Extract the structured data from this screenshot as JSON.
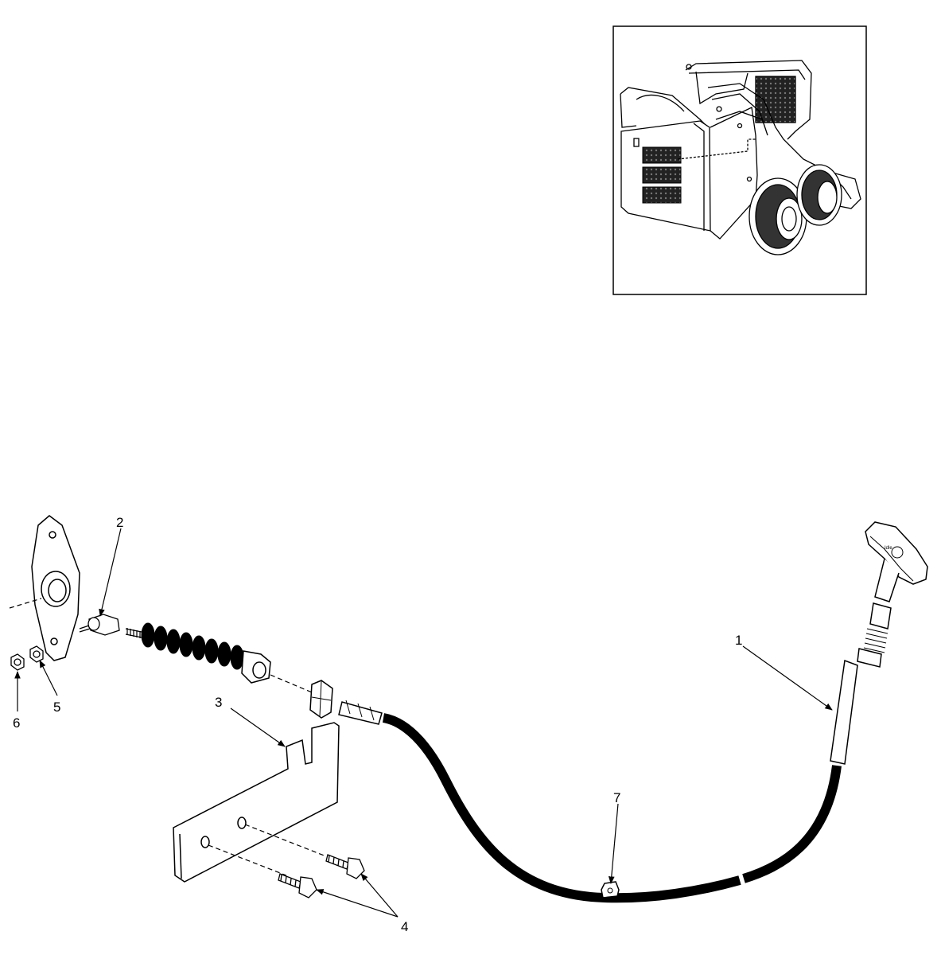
{
  "callouts": {
    "c1": "1",
    "c2": "2",
    "c3": "3",
    "c4": "4",
    "c5": "5",
    "c6": "6",
    "c7": "7"
  },
  "colors": {
    "line": "#000000",
    "background": "#ffffff"
  }
}
